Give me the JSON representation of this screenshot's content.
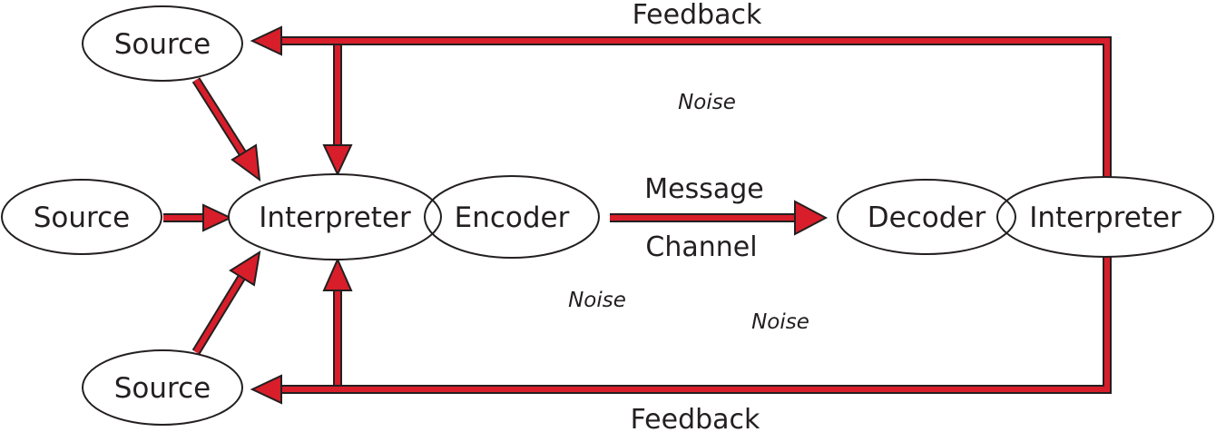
{
  "colors": {
    "arrow_fill": "#d71e2a",
    "outline": "#231f20",
    "background": "#ffffff"
  },
  "nodes": {
    "source_top": "Source",
    "source_middle": "Source",
    "source_bottom": "Source",
    "interpreter_left": "Interpreter",
    "encoder": "Encoder",
    "decoder": "Decoder",
    "interpreter_right": "Interpreter"
  },
  "labels": {
    "feedback_top": "Feedback",
    "feedback_bottom": "Feedback",
    "message": "Message",
    "channel": "Channel",
    "noise_top": "Noise",
    "noise_middle": "Noise",
    "noise_bottom": "Noise"
  },
  "edges": [
    {
      "from": "source_top",
      "to": "interpreter_left"
    },
    {
      "from": "source_middle",
      "to": "interpreter_left"
    },
    {
      "from": "source_bottom",
      "to": "interpreter_left"
    },
    {
      "from": "encoder",
      "to": "decoder",
      "label": "Message"
    },
    {
      "from": "interpreter_right",
      "to": "source_top",
      "label": "Feedback"
    },
    {
      "from": "interpreter_right",
      "to": "source_bottom",
      "label": "Feedback"
    },
    {
      "from": "feedback_top",
      "to": "interpreter_left"
    },
    {
      "from": "feedback_bottom",
      "to": "interpreter_left"
    }
  ]
}
